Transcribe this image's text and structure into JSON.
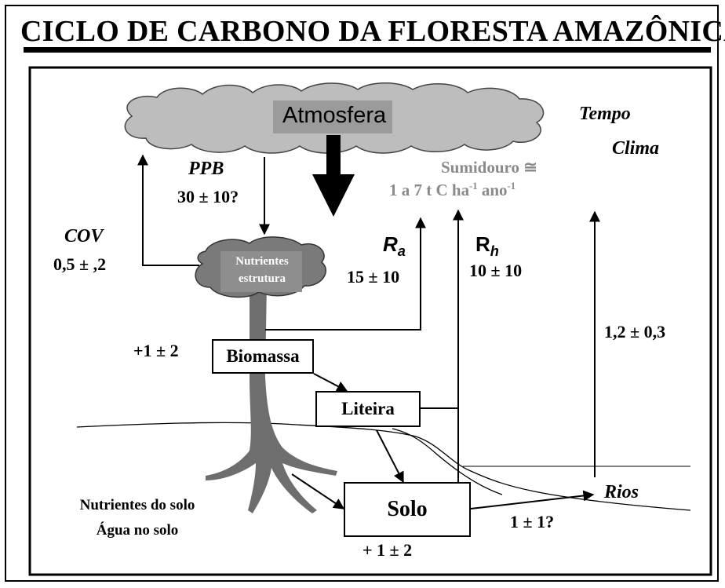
{
  "title": "CICLO DE CARBONO DA FLORESTA AMAZÔNICA",
  "atmosphere": "Atmosfera",
  "weather": {
    "tempo": "Tempo",
    "clima": "Clima"
  },
  "sink": {
    "line1": "Sumidouro ≅",
    "line2_prefix": "1 a 7 t C ha",
    "line2_exp1": "-1",
    "line2_mid": " ano",
    "line2_exp2": "-1"
  },
  "ppb": {
    "label": "PPB",
    "value": "30 ± 10?"
  },
  "cov": {
    "label": "COV",
    "value": "0,5 ± ,2"
  },
  "ra": {
    "label": "R",
    "sub": "a",
    "value": "15 ± 10"
  },
  "rh": {
    "label": "R",
    "sub": "h",
    "value": "10 ± 10"
  },
  "canopy": {
    "line1": "Nutrientes",
    "line2": "estrutura"
  },
  "biomass": {
    "label": "Biomassa",
    "change": "+1 ± 2"
  },
  "litter": {
    "label": "Liteira"
  },
  "soil": {
    "label": "Solo",
    "change": "+ 1 ± 2"
  },
  "rivers": {
    "label": "Rios",
    "flux_up": "1,2 ± 0,3",
    "flux": "1 ± 1?"
  },
  "soil_nutrients": {
    "line1": "Nutrientes do solo",
    "line2": "Água no solo"
  },
  "colors": {
    "cloud": "#bdbdbd",
    "canopy": "#7a7a7a",
    "tree": "#6e6e6e",
    "sink_text": "#8a8a8a"
  }
}
